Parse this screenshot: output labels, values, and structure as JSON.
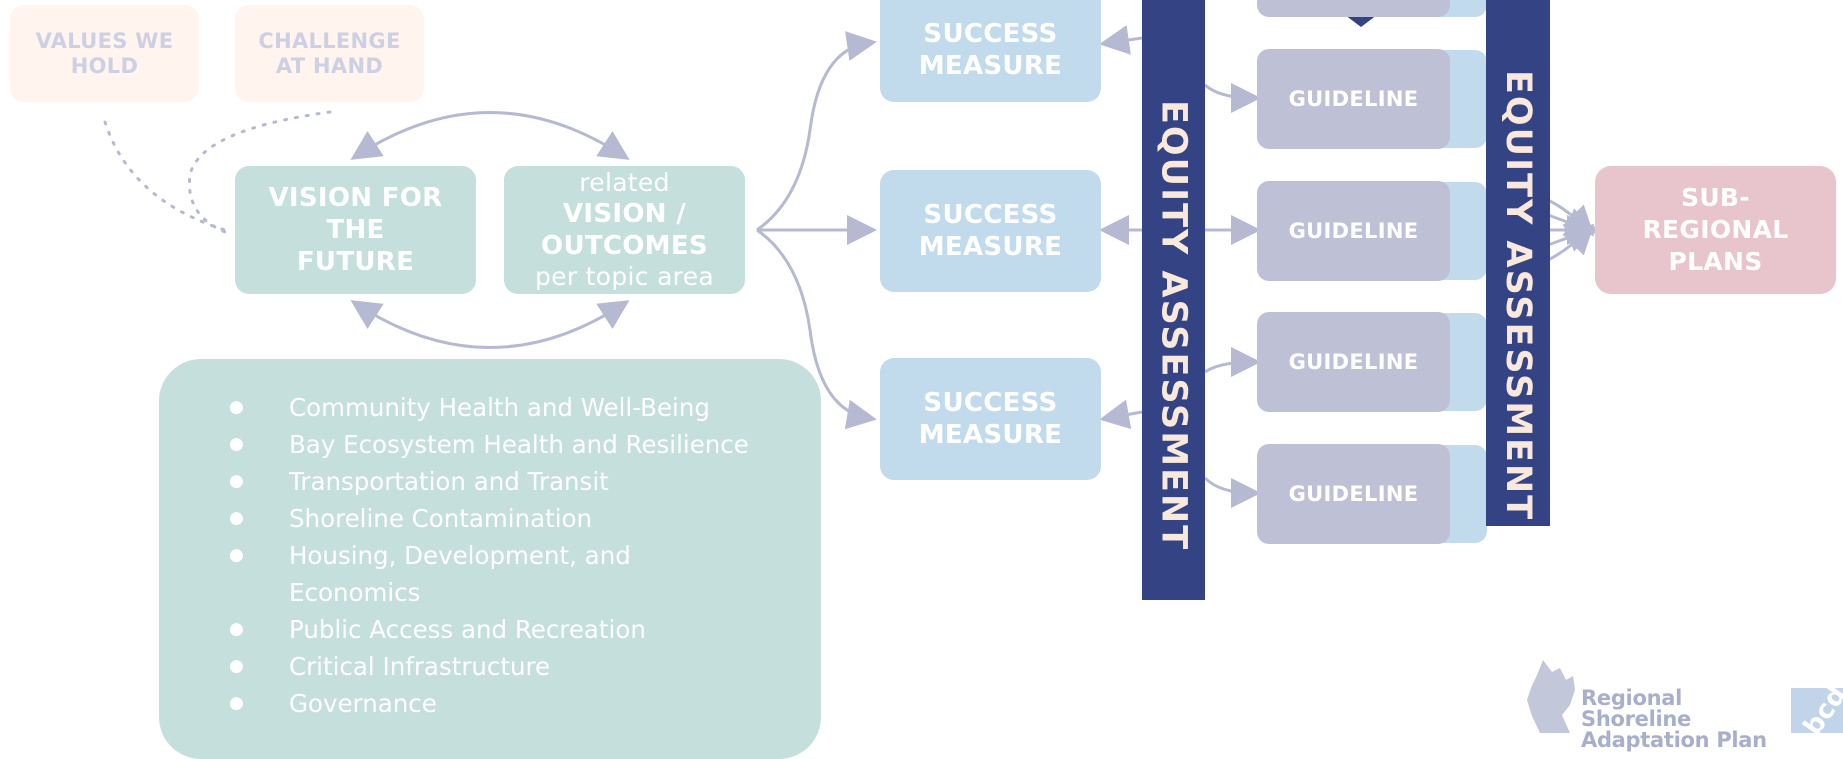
{
  "values_box": "VALUES WE HOLD",
  "challenge_box": "CHALLENGE AT HAND",
  "vision_future": "VISION FOR THE FUTURE",
  "vision_outcomes": {
    "related": "related",
    "title": "VISION / OUTCOMES",
    "per_topic": "per topic area"
  },
  "topic_areas": [
    "Community Health and Well-Being",
    "Bay Ecosystem Health and Resilience",
    "Transportation and Transit",
    "Shoreline Contamination",
    "Housing, Development, and Economics",
    "Public Access and Recreation",
    "Critical Infrastructure",
    "Governance"
  ],
  "success_measure_top": "SUCCESS MEASURE",
  "success_measure_mid": "SUCCESS MEASURE",
  "success_measure_bottom": "SUCCESS MEASURE",
  "equity_assessment_1": "EQUITY ASSESSMENT",
  "equity_assessment_2": "EQUITY ASSESSMENT",
  "guidelines": [
    "GUIDELINE",
    "GUIDELINE",
    "GUIDELINE",
    "GUIDELINE"
  ],
  "subregional_plans": "SUB-REGIONAL PLANS",
  "logo": {
    "line1": "Regional Shoreline",
    "line2": "Adaptation Plan",
    "mark": "bcd"
  },
  "colors": {
    "connector": "#b5b9d2",
    "equity_bar": "#334383",
    "teal": "#c4dfdc",
    "light_blue": "#c2dbec",
    "lavender": "#bec1d6",
    "pink": "#e8c4cc",
    "peach": "#fff4ee"
  }
}
